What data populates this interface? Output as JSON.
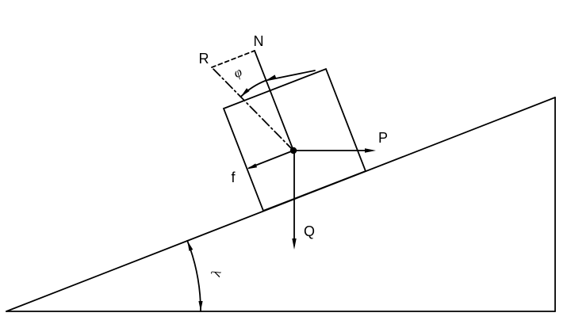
{
  "diagram": {
    "background": "#ffffff",
    "line_color": "#000000",
    "labels": {
      "normal_force": "N",
      "resultant": "R",
      "horizontal_force": "P",
      "load": "Q",
      "friction": "f",
      "friction_angle": "φ",
      "incline_angle": "λ"
    }
  }
}
